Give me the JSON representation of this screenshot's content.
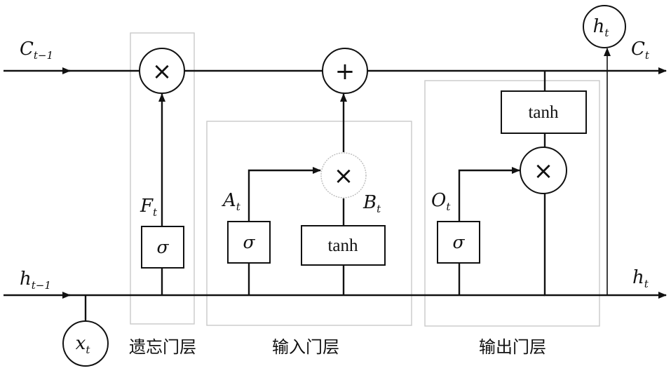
{
  "labels": {
    "c_prev": {
      "main": "C",
      "sub": "t−1"
    },
    "c_next": {
      "main": "C",
      "sub": "t"
    },
    "h_prev": {
      "main": "h",
      "sub": "t−1"
    },
    "h_next": {
      "main": "h",
      "sub": "t"
    },
    "h_out": {
      "main": "h",
      "sub": "t"
    },
    "x_in": {
      "main": "x",
      "sub": "t"
    },
    "forget_signal": {
      "main": "F",
      "sub": "t"
    },
    "input_signal": {
      "main": "A",
      "sub": "t"
    },
    "candidate_signal": {
      "main": "B",
      "sub": "t"
    },
    "output_signal": {
      "main": "O",
      "sub": "t"
    }
  },
  "operators": {
    "multiply": "×",
    "add": "+"
  },
  "activations": {
    "sigma": "σ",
    "tanh": "tanh"
  },
  "gates": {
    "forget": "遗忘门层",
    "input": "输入门层",
    "output": "输出门层"
  }
}
